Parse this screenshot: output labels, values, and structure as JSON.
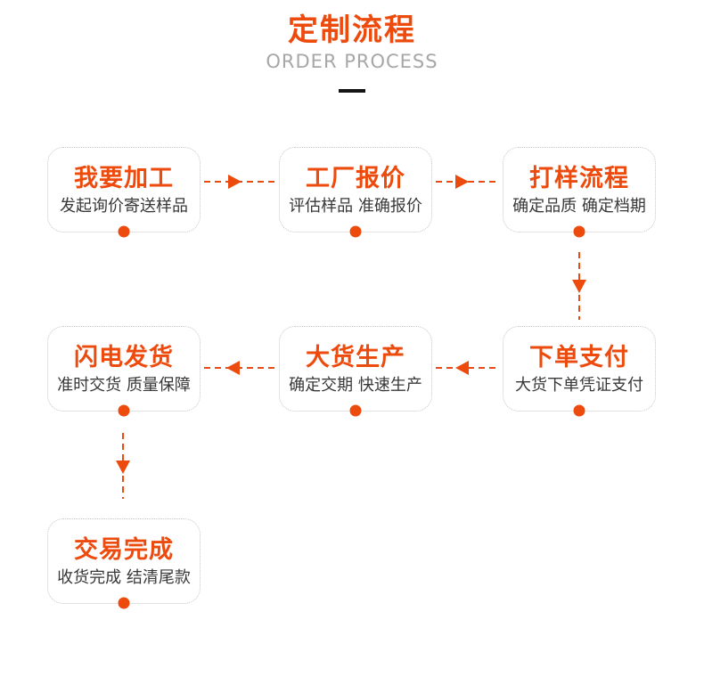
{
  "header": {
    "title": "定制流程",
    "subtitle": "ORDER PROCESS"
  },
  "colors": {
    "accent": "#ed4a0d",
    "heading_gray": "#a7a7a7",
    "desc_text": "#383838",
    "card_border": "#c6c6c6",
    "divider_black": "#141414",
    "background": "#ffffff"
  },
  "steps": [
    {
      "title": "我要加工",
      "desc": "发起询价寄送样品"
    },
    {
      "title": "工厂报价",
      "desc": "评估样品 准确报价"
    },
    {
      "title": "打样流程",
      "desc": "确定品质 确定档期"
    },
    {
      "title": "下单支付",
      "desc": "大货下单凭证支付"
    },
    {
      "title": "大货生产",
      "desc": "确定交期 快速生产"
    },
    {
      "title": "闪电发货",
      "desc": "准时交货 质量保障"
    },
    {
      "title": "交易完成",
      "desc": "收货完成 结清尾款"
    }
  ],
  "arrows": [
    {
      "from": "我要加工",
      "to": "工厂报价",
      "direction": "right"
    },
    {
      "from": "工厂报价",
      "to": "打样流程",
      "direction": "right"
    },
    {
      "from": "打样流程",
      "to": "下单支付",
      "direction": "down"
    },
    {
      "from": "下单支付",
      "to": "大货生产",
      "direction": "left"
    },
    {
      "from": "大货生产",
      "to": "闪电发货",
      "direction": "left"
    },
    {
      "from": "闪电发货",
      "to": "交易完成",
      "direction": "down"
    }
  ]
}
